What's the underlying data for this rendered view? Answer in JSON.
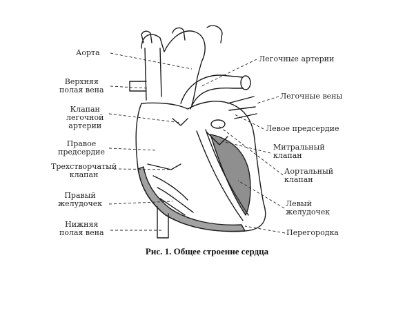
{
  "figure": {
    "caption": "Рис. 1. Общее строение сердца",
    "labels_left": {
      "aorta": "Аорта",
      "svc_1": "Верхняя",
      "svc_2": "полая вена",
      "pulm_valve_1": "Клапан",
      "pulm_valve_2": "легочной",
      "pulm_valve_3": "артерии",
      "right_atrium_1": "Правое",
      "right_atrium_2": "предсердие",
      "tricuspid_1": "Трехстворчатый",
      "tricuspid_2": "клапан",
      "right_ventricle_1": "Правый",
      "right_ventricle_2": "желудочек",
      "ivc_1": "Нижняя",
      "ivc_2": "полая вена"
    },
    "labels_right": {
      "pulm_arteries": "Легочные артерии",
      "pulm_veins": "Легочные вены",
      "left_atrium": "Левое предсердие",
      "mitral_1": "Митральный",
      "mitral_2": "клапан",
      "aortic_1": "Аортальный",
      "aortic_2": "клапан",
      "left_ventricle_1": "Левый",
      "left_ventricle_2": "желудочек",
      "septum": "Перегородка"
    }
  }
}
